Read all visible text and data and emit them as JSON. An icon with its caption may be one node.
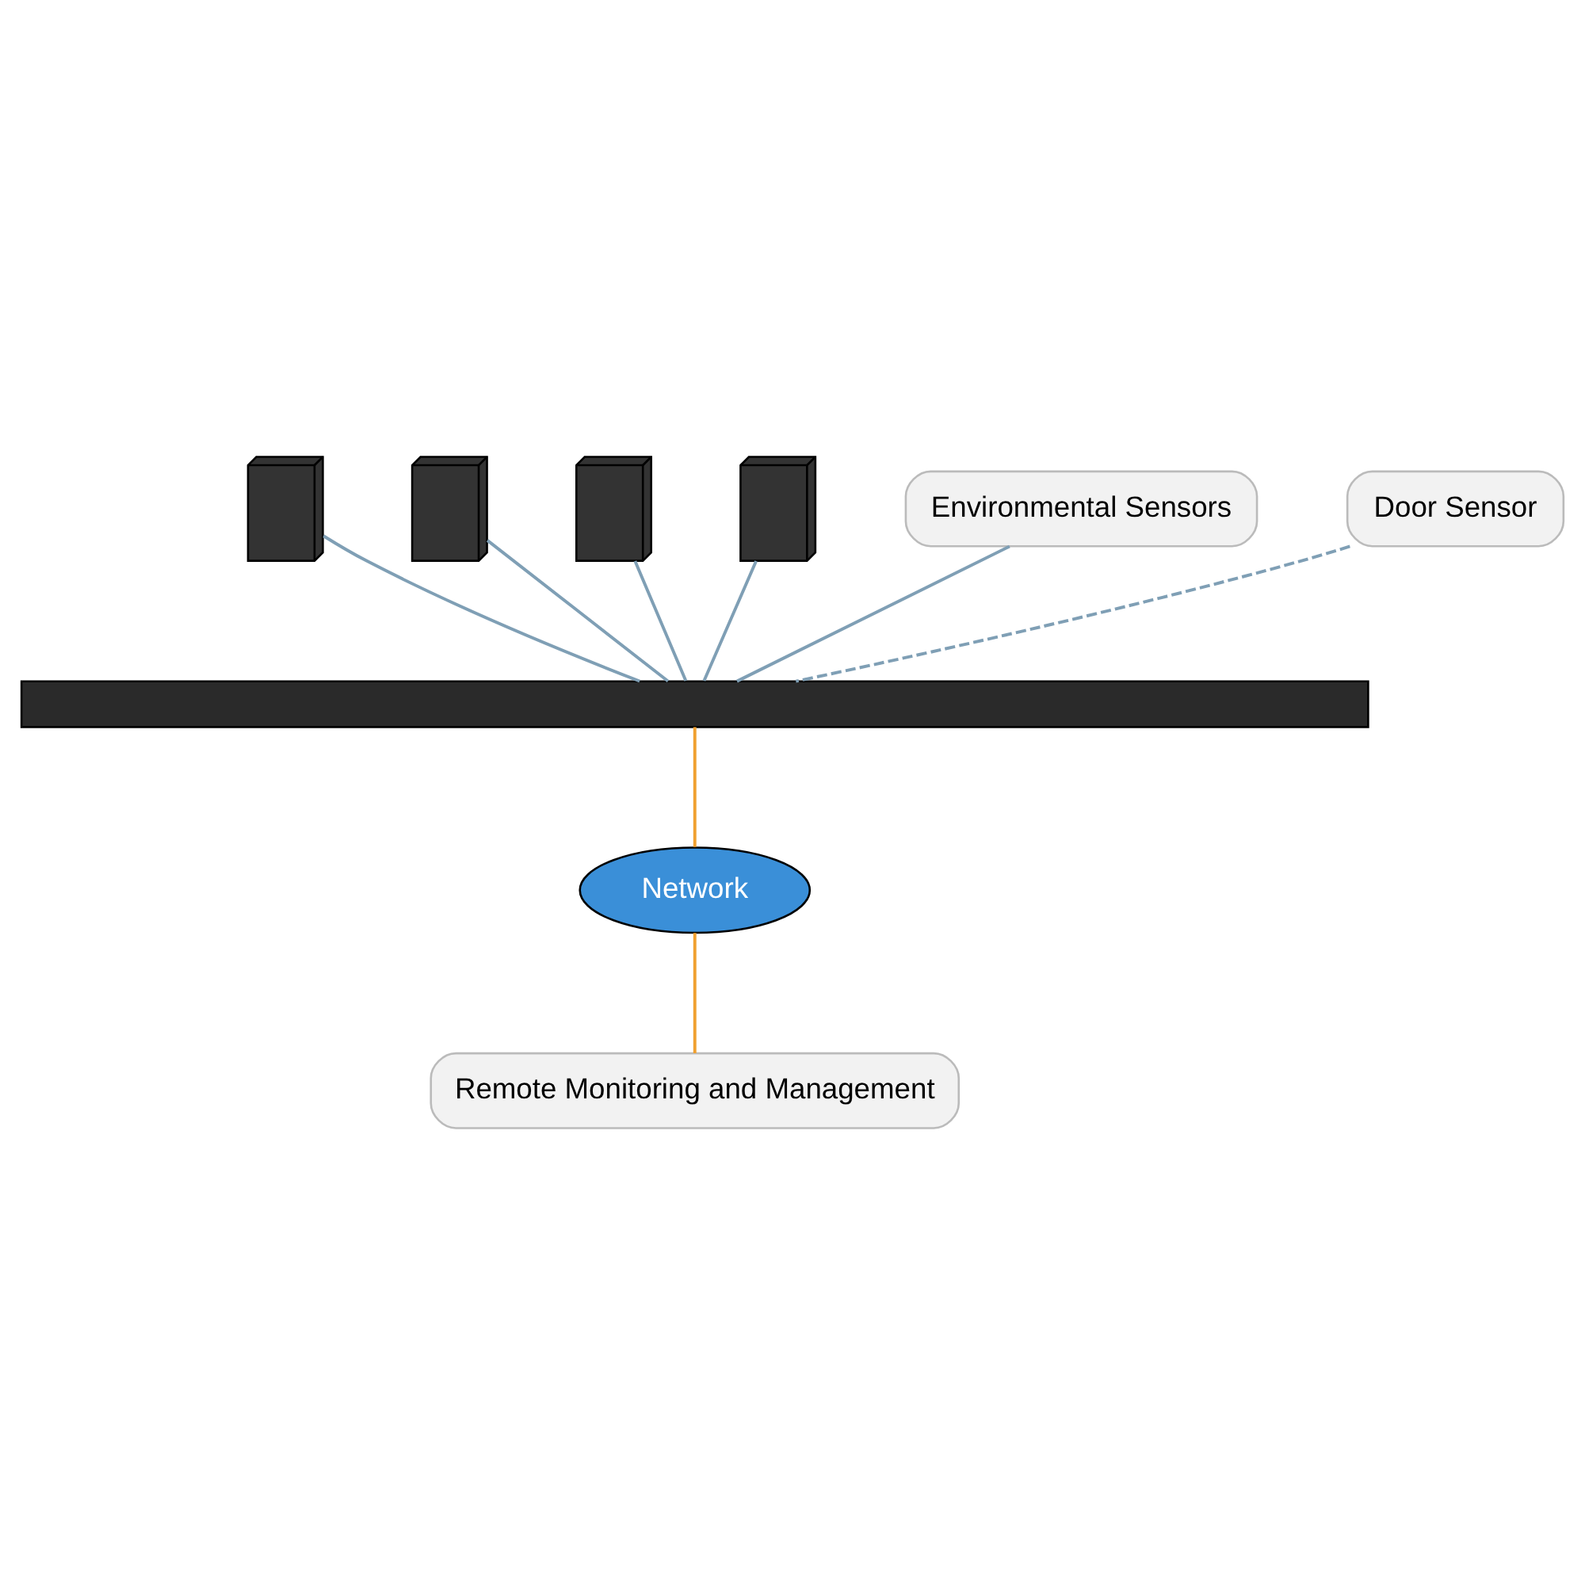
{
  "diagram": {
    "nodes": [
      {
        "text": [],
        "shape": "picture"
      },
      {
        "text": [],
        "shape": "picture"
      },
      {
        "text": [],
        "shape": "picture"
      },
      {
        "text": [],
        "shape": "picture"
      },
      {
        "text": [],
        "shape": "bar"
      },
      {
        "text": [
          "Environmental Sensors"
        ]
      },
      {
        "text": [
          "Door Sensor"
        ]
      },
      {
        "text": [
          "Network"
        ]
      },
      {
        "text": [
          "Remote Monitoring and Management"
        ]
      }
    ],
    "edges": [
      {
        "from": 0,
        "to": 4,
        "arrow": "none"
      },
      {
        "from": 1,
        "to": 4,
        "arrow": "none"
      },
      {
        "from": 2,
        "to": 4,
        "arrow": "none"
      },
      {
        "from": 3,
        "to": 4,
        "arrow": "none"
      },
      {
        "from": 5,
        "to": 4,
        "arrow": "none"
      },
      {
        "from": 6,
        "to": 4,
        "arrow": "none",
        "style": "dashed"
      },
      {
        "from": 4,
        "to": 7,
        "arrow": "none",
        "color": "#f0a030"
      },
      {
        "from": 7,
        "to": 8,
        "arrow": "none",
        "color": "#f0a030"
      }
    ]
  }
}
